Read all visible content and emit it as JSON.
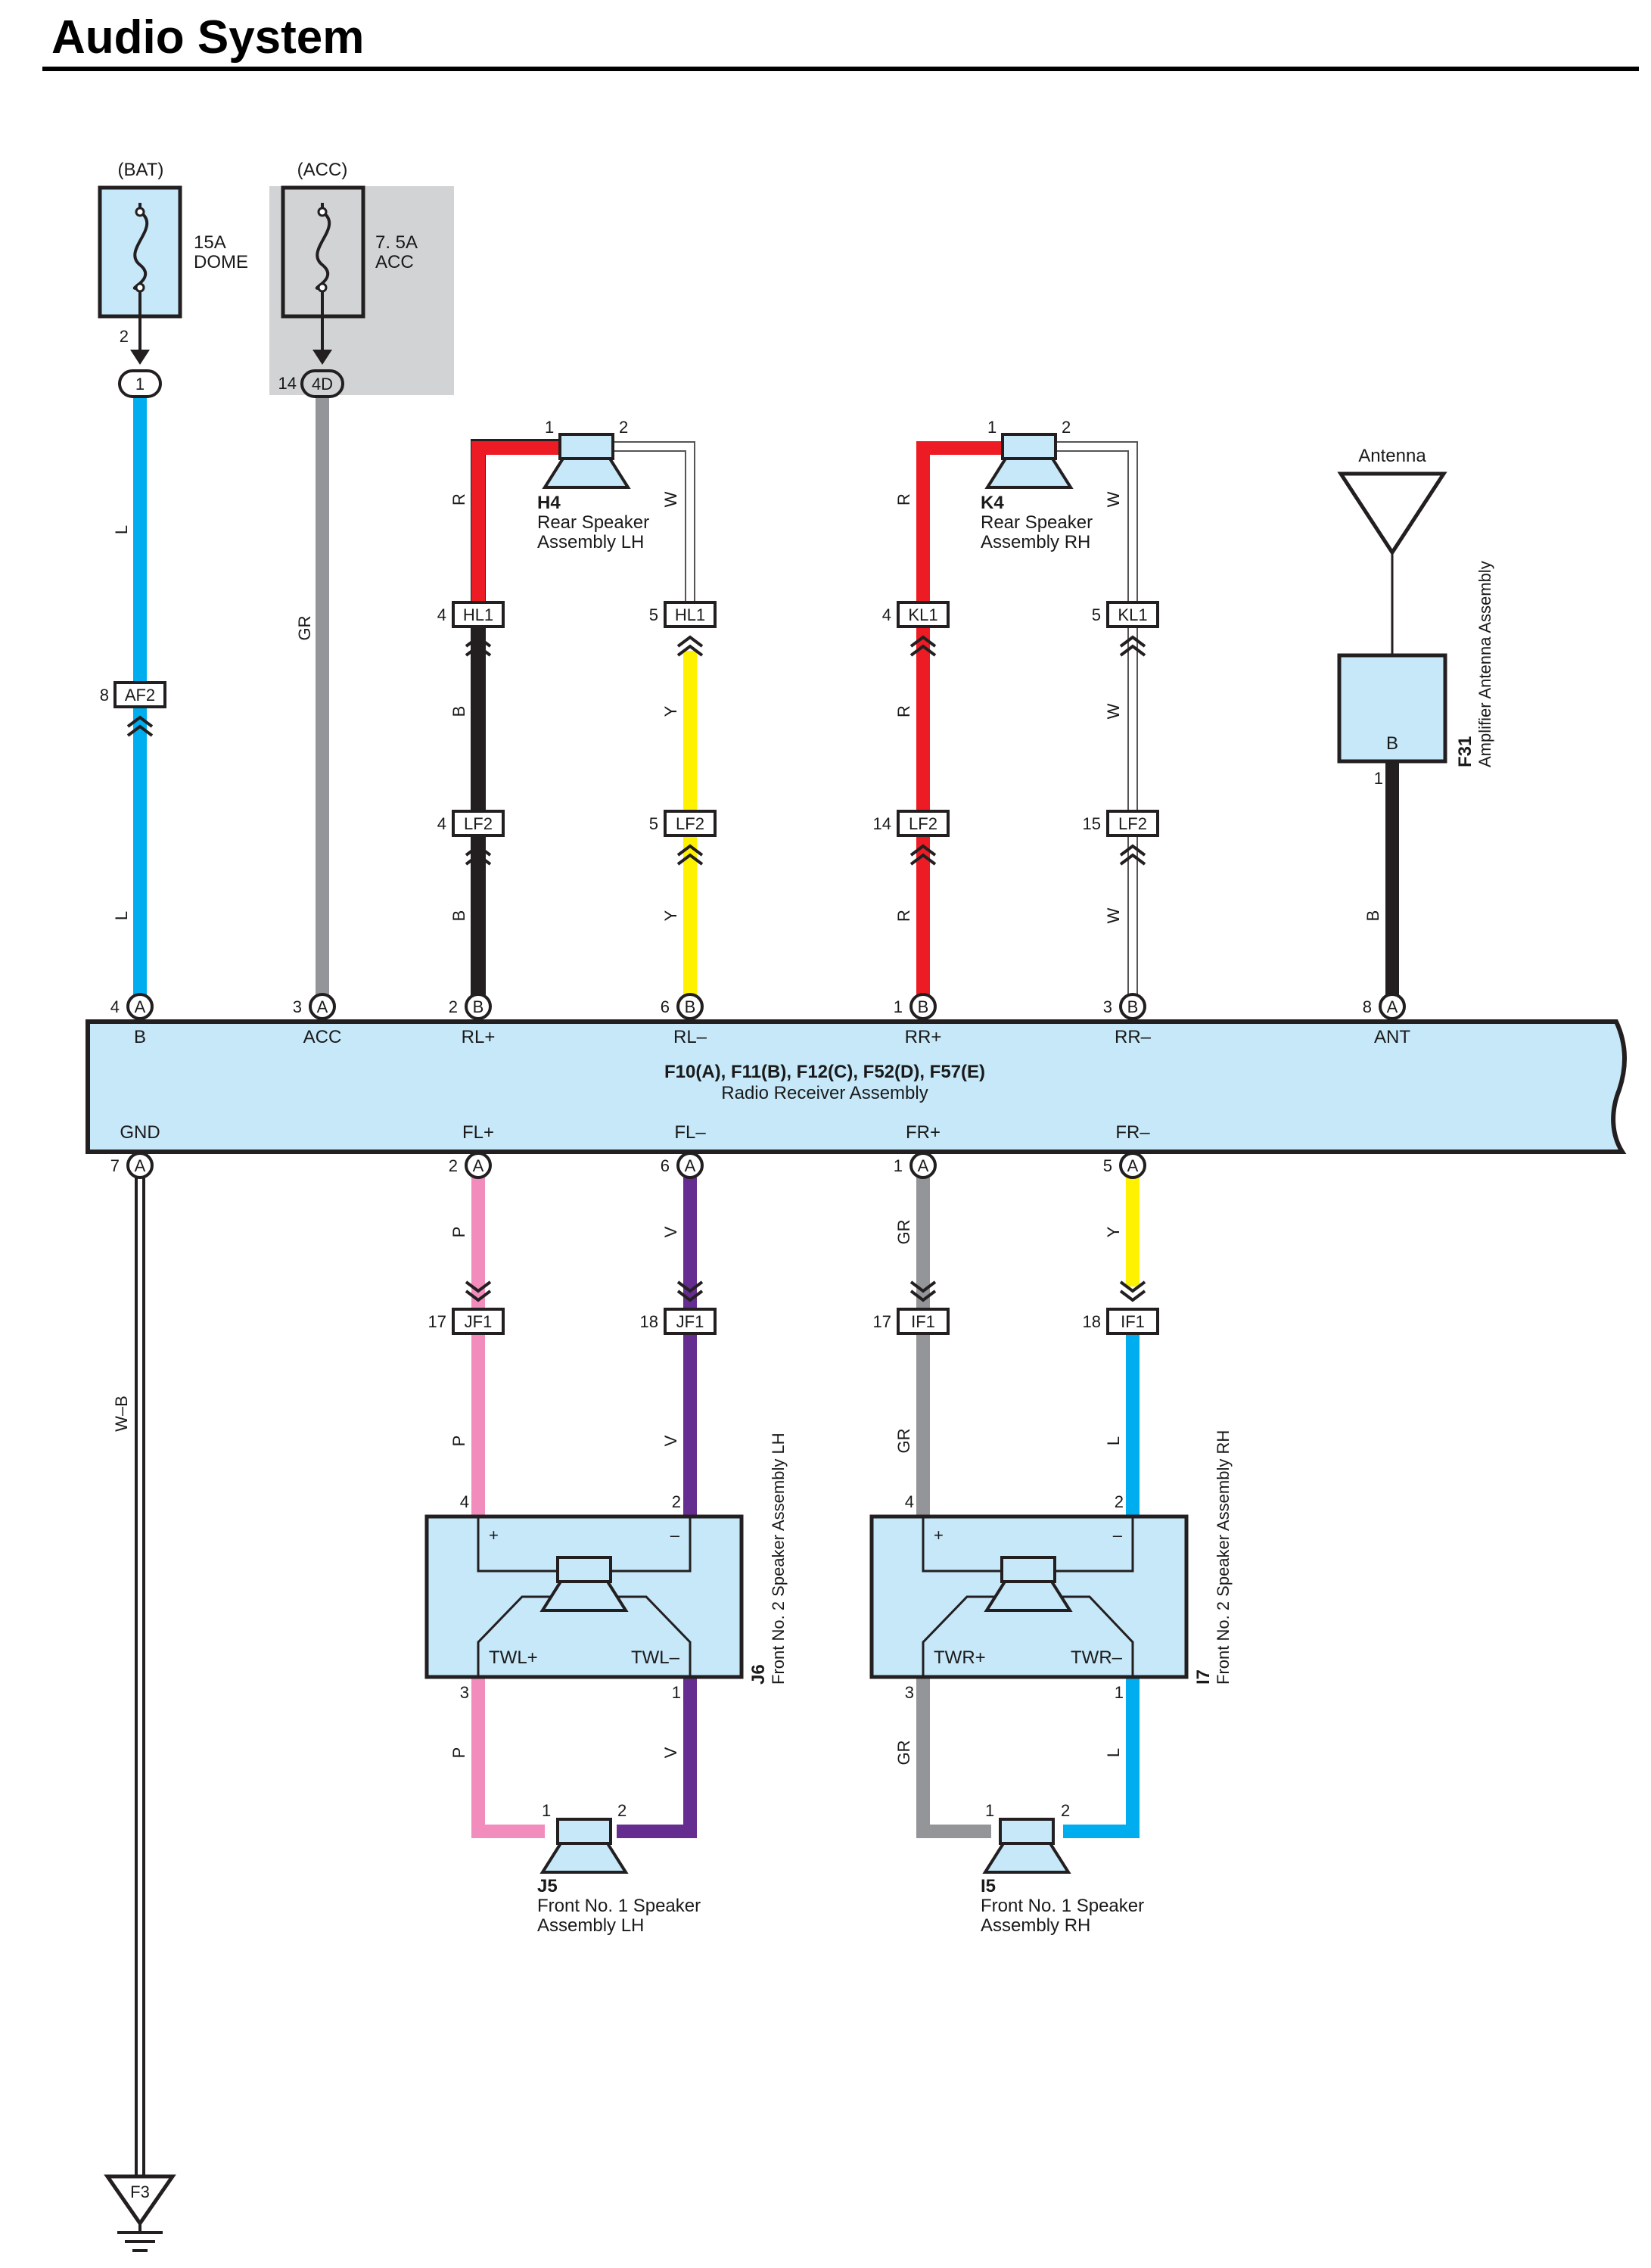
{
  "title": "Audio System",
  "colors": {
    "L": "#00aeef",
    "GR": "#939598",
    "R": "#ed1c24",
    "B": "#231f20",
    "Y": "#fff200",
    "W": "#ffffff",
    "P": "#f28cbd",
    "V": "#662d91",
    "component_fill": "#c6e8f9",
    "fuse_acc_bg": "#d1d3d4"
  },
  "fuses": [
    {
      "source": "(BAT)",
      "rating": "15A",
      "name": "DOME",
      "pin": "2",
      "junction": "1"
    },
    {
      "source": "(ACC)",
      "rating": "7. 5A",
      "name": "ACC",
      "pin": "14",
      "junction": "4D"
    }
  ],
  "wires": {
    "bat": "L",
    "acc": "GR",
    "rl_plus_upper": "R",
    "rl_plus_lower": "B",
    "rl_minus_upper": "W",
    "rl_minus_lower": "Y",
    "rr_plus": "R",
    "rr_minus": "W",
    "ant": "B",
    "gnd": "W–B",
    "fl_plus": "P",
    "fl_minus": "V",
    "fr_plus": "GR",
    "fr_minus_upper": "Y",
    "fr_minus_lower": "L"
  },
  "connectors": {
    "af2": {
      "label": "AF2",
      "pin": "8"
    },
    "hl1_4": {
      "label": "HL1",
      "pin": "4"
    },
    "hl1_5": {
      "label": "HL1",
      "pin": "5"
    },
    "kl1_4": {
      "label": "KL1",
      "pin": "4"
    },
    "kl1_5": {
      "label": "KL1",
      "pin": "5"
    },
    "lf2_4": {
      "label": "LF2",
      "pin": "4"
    },
    "lf2_5": {
      "label": "LF2",
      "pin": "5"
    },
    "lf2_14": {
      "label": "LF2",
      "pin": "14"
    },
    "lf2_15": {
      "label": "LF2",
      "pin": "15"
    },
    "jf1_17": {
      "label": "JF1",
      "pin": "17"
    },
    "jf1_18": {
      "label": "JF1",
      "pin": "18"
    },
    "if1_17": {
      "label": "IF1",
      "pin": "17"
    },
    "if1_18": {
      "label": "IF1",
      "pin": "18"
    }
  },
  "radio": {
    "connectors_line": "F10(A), F11(B), F12(C), F52(D), F57(E)",
    "name": "Radio Receiver Assembly",
    "top_terms": [
      {
        "label": "B",
        "pin": "4",
        "conn": "A"
      },
      {
        "label": "ACC",
        "pin": "3",
        "conn": "A"
      },
      {
        "label": "RL+",
        "pin": "2",
        "conn": "B"
      },
      {
        "label": "RL–",
        "pin": "6",
        "conn": "B"
      },
      {
        "label": "RR+",
        "pin": "1",
        "conn": "B"
      },
      {
        "label": "RR–",
        "pin": "3",
        "conn": "B"
      },
      {
        "label": "ANT",
        "pin": "8",
        "conn": "A"
      }
    ],
    "bottom_terms": [
      {
        "label": "GND",
        "pin": "7",
        "conn": "A"
      },
      {
        "label": "FL+",
        "pin": "2",
        "conn": "A"
      },
      {
        "label": "FL–",
        "pin": "6",
        "conn": "A"
      },
      {
        "label": "FR+",
        "pin": "1",
        "conn": "A"
      },
      {
        "label": "FR–",
        "pin": "5",
        "conn": "A"
      }
    ]
  },
  "rear_lh": {
    "code": "H4",
    "name1": "Rear Speaker",
    "name2": "Assembly LH",
    "pin1": "1",
    "pin2": "2"
  },
  "rear_rh": {
    "code": "K4",
    "name1": "Rear Speaker",
    "name2": "Assembly RH",
    "pin1": "1",
    "pin2": "2"
  },
  "antenna": {
    "label": "Antenna",
    "code": "F31",
    "name": "Amplifier Antenna Assembly",
    "term": "B",
    "pin": "1"
  },
  "front2_lh": {
    "code": "J6",
    "name": "Front No. 2 Speaker Assembly LH",
    "plus": "+",
    "minus": "–",
    "tw_plus": "TWL+",
    "tw_minus": "TWL–",
    "pin_plus": "4",
    "pin_minus": "2",
    "pin_tw_plus": "3",
    "pin_tw_minus": "1"
  },
  "front2_rh": {
    "code": "I7",
    "name": "Front No. 2 Speaker Assembly RH",
    "plus": "+",
    "minus": "–",
    "tw_plus": "TWR+",
    "tw_minus": "TWR–",
    "pin_plus": "4",
    "pin_minus": "2",
    "pin_tw_plus": "3",
    "pin_tw_minus": "1"
  },
  "front1_lh": {
    "code": "J5",
    "name1": "Front No. 1 Speaker",
    "name2": "Assembly LH",
    "pin1": "1",
    "pin2": "2"
  },
  "front1_rh": {
    "code": "I5",
    "name1": "Front No. 1 Speaker",
    "name2": "Assembly RH",
    "pin1": "1",
    "pin2": "2"
  },
  "ground": {
    "label": "F3"
  }
}
